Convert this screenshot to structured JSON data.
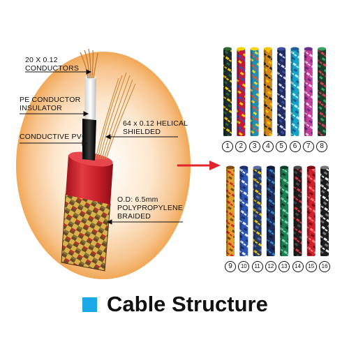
{
  "labels": {
    "conductors": [
      "20 X 0.12",
      "CONDUCTORS"
    ],
    "insulator": [
      "PE CONDUCTOR",
      "INSULATOR"
    ],
    "helical": [
      "64 x 0.12 HELICAL",
      "SHIELDED"
    ],
    "conductive": [
      "CONDUCTIVE PVC"
    ],
    "braid": [
      "O.D: 6.5mm",
      "POLYPROPYLENE",
      "BRAIDED"
    ]
  },
  "samples_top": [
    {
      "number": "1",
      "base": "#1d2b33",
      "accent": "#f1c400",
      "accent2": "#2a6a2f"
    },
    {
      "number": "2",
      "base": "#c4173a",
      "accent": "#2c55b5",
      "accent2": "#f3d300"
    },
    {
      "number": "3",
      "base": "#1f8fb6",
      "accent": "#e7542b",
      "accent2": "#f4d51c"
    },
    {
      "number": "4",
      "base": "#d3861b",
      "accent": "#2b2b2b",
      "accent2": "#f5c300"
    },
    {
      "number": "5",
      "base": "#1f2d63",
      "accent": "#cfd4e2",
      "accent2": "#3b4f9a"
    },
    {
      "number": "6",
      "base": "#17a3c7",
      "accent": "#b8f0f7",
      "accent2": "#1e5f98"
    },
    {
      "number": "7",
      "base": "#c3409a",
      "accent": "#f3c6e4",
      "accent2": "#6c2c88"
    },
    {
      "number": "8",
      "base": "#1d3d2c",
      "accent": "#e03b4d",
      "accent2": "#3aa061"
    }
  ],
  "samples_bottom": [
    {
      "number": "9",
      "base": "#e0a12a",
      "accent": "#d52a2a",
      "accent2": "#7a4b12"
    },
    {
      "number": "10",
      "base": "#2b56b5",
      "accent": "#e9eef7",
      "accent2": "#1b2f6f"
    },
    {
      "number": "11",
      "base": "#24396c",
      "accent": "#f2c500",
      "accent2": "#5d6f9e"
    },
    {
      "number": "12",
      "base": "#1c2d5c",
      "accent": "#2f88c8",
      "accent2": "#11183a"
    },
    {
      "number": "13",
      "base": "#1e7d52",
      "accent": "#7fd3a6",
      "accent2": "#0f3d2a"
    },
    {
      "number": "14",
      "base": "#1c1c1c",
      "accent": "#e0323a",
      "accent2": "#4a4a4a"
    },
    {
      "number": "15",
      "base": "#d11f2c",
      "accent": "#ff7a7a",
      "accent2": "#7a0d16"
    },
    {
      "number": "16",
      "base": "#1d1d1d",
      "accent": "#f2f2f2",
      "accent2": "#777777"
    }
  ],
  "caption": {
    "text": "Cable Structure",
    "square_color": "#1aa8e6"
  },
  "colors": {
    "arrow": "#e0252e",
    "glow_center": "#ffffff",
    "glow_edge": "#f4b06c",
    "jacket": "#d82a33"
  }
}
